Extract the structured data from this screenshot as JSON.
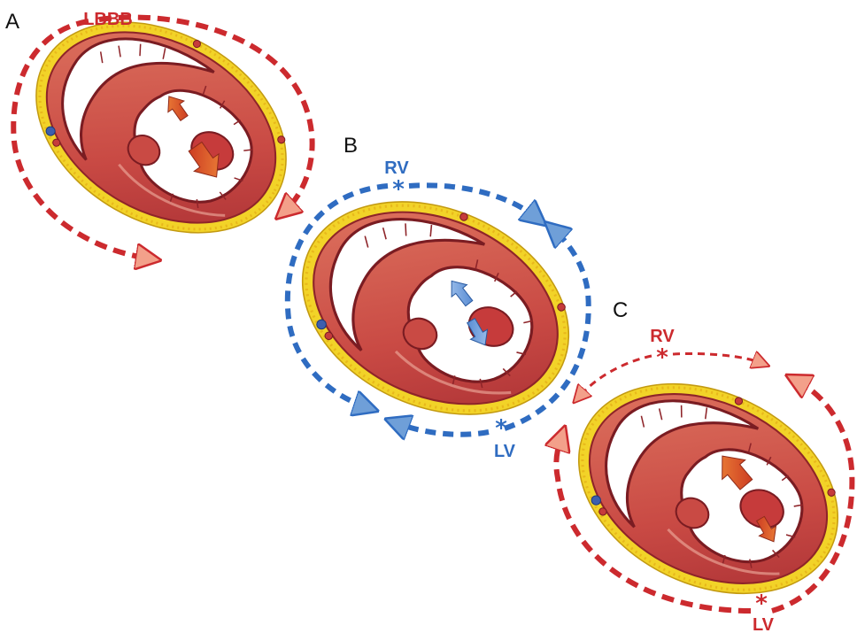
{
  "panels": {
    "a": {
      "letter": "A",
      "label": "LBBB",
      "color": "#cc2a2e"
    },
    "b": {
      "letter": "B",
      "label_top": "RV",
      "label_bottom": "LV",
      "marker": "*",
      "color": "#2f6cc1"
    },
    "c": {
      "letter": "C",
      "label_top": "RV",
      "label_bottom": "LV",
      "marker": "*",
      "color": "#cc2a2e"
    }
  },
  "colors": {
    "myocardium": "#c63b3b",
    "myocardium_light": "#e07862",
    "fat": "#f2d328",
    "cavity": "#ffffff",
    "red_arrow": "#e0502a",
    "blue_arrow": "#6f9fd8"
  }
}
